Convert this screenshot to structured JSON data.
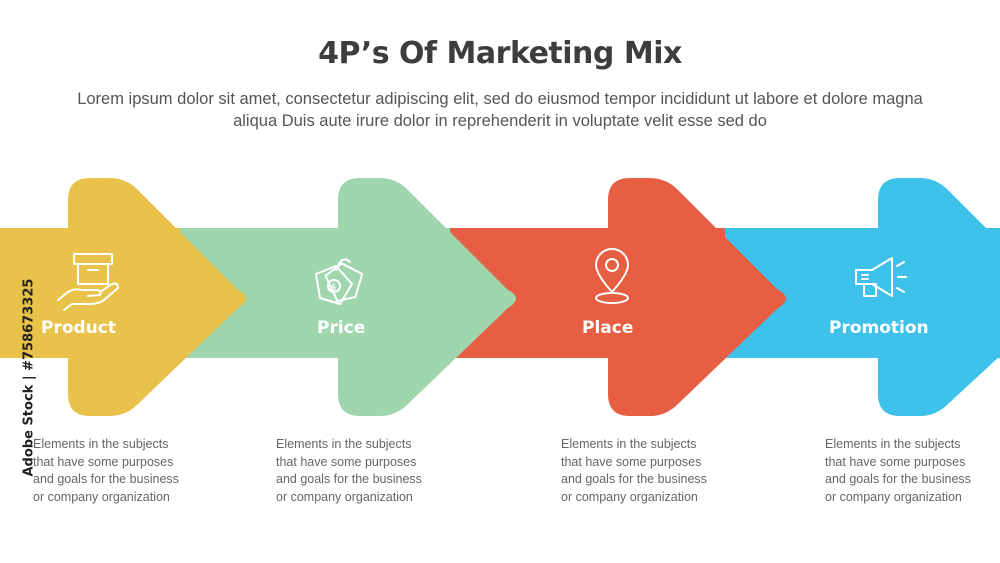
{
  "title": "4P’s Of Marketing Mix",
  "subtitle": "Lorem ipsum dolor sit amet, consectetur adipiscing elit, sed do eiusmod tempor incididunt ut labore et dolore magna aliqua Duis aute irure dolor in reprehenderit in voluptate velit esse sed do",
  "steps": [
    {
      "label": "Product",
      "icon": "hand-holding-box-icon",
      "color": "#E8C24A",
      "band_color": "#E8C24A",
      "description": [
        "Elements in the subjects",
        "that have some purposes",
        "and goals for the  business",
        "or company organization"
      ]
    },
    {
      "label": "Price",
      "icon": "price-tag-icon",
      "color": "#9FD6AE",
      "band_color": "#9FD6AE",
      "description": [
        "Elements in the subjects",
        "that have some purposes",
        "and goals for the  business",
        "or company organization"
      ]
    },
    {
      "label": "Place",
      "icon": "location-pin-icon",
      "color": "#E75E43",
      "band_color": "#E75E43",
      "description": [
        "Elements in the subjects",
        "that have some purposes",
        "and goals for the  business",
        "or company organization"
      ]
    },
    {
      "label": "Promotion",
      "icon": "megaphone-icon",
      "color": "#3FC2E9",
      "band_color": "#3FC2E9",
      "description": [
        "Elements in the subjects",
        "that have some purposes",
        "and goals for the  business",
        "or company organization"
      ]
    }
  ],
  "side_watermark": "Adobe Stock | #758673325"
}
